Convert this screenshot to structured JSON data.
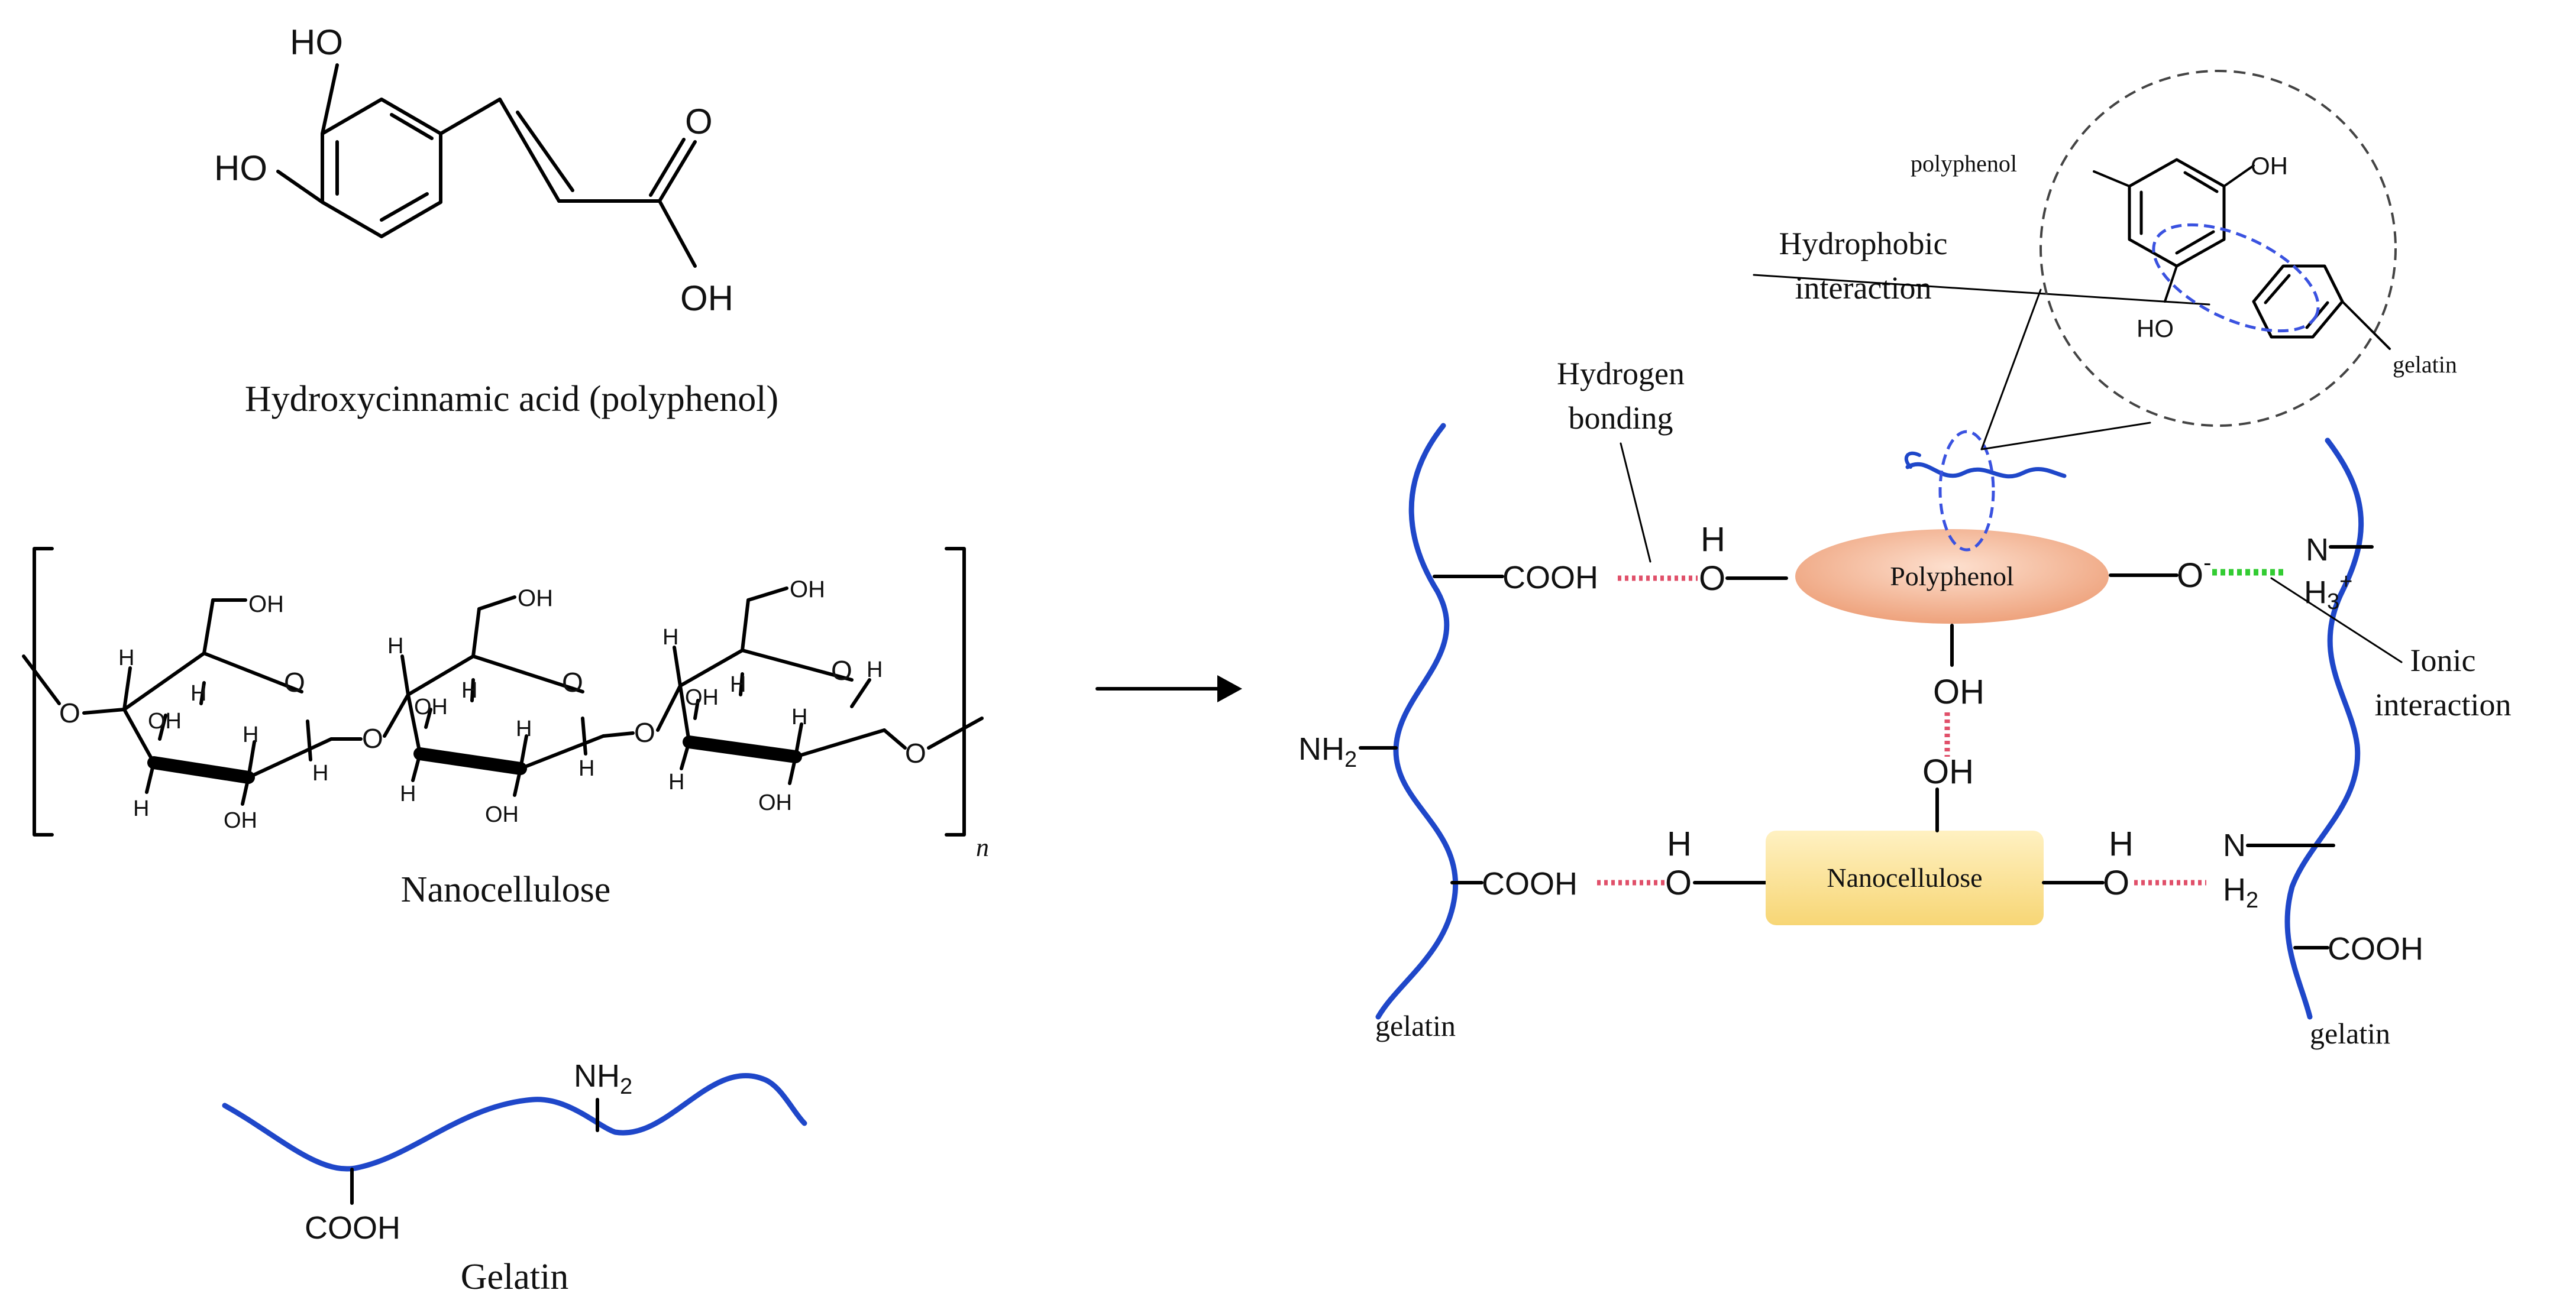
{
  "left": {
    "hca": {
      "caption": "Hydroxycinnamic acid (polyphenol)",
      "ho_top": "HO",
      "ho_left": "HO",
      "o_carbonyl": "O",
      "oh_acid": "OH"
    },
    "nano": {
      "caption": "Nanocellulose",
      "n_subscript": "n",
      "o": "O",
      "h": "H",
      "oh": "OH"
    },
    "gelatin": {
      "caption": "Gelatin",
      "nh2": "NH",
      "nh2_sub": "2",
      "cooh": "COOH"
    }
  },
  "right": {
    "labels": {
      "hydrogen_bonding_1": "Hydrogen",
      "hydrogen_bonding_2": "bonding",
      "hydrophobic_1": "Hydrophobic",
      "hydrophobic_2": "interaction",
      "ionic_1": "Ionic",
      "ionic_2": "interaction",
      "polyphenol_inset": "polyphenol",
      "gelatin_inset": "gelatin",
      "oh_inset_top": "OH",
      "ho_inset_bottom": "HO"
    },
    "polyphenol_box": "Polyphenol",
    "nanocellulose_box": "Nanocellulose",
    "cooh": "COOH",
    "nh2": "NH",
    "nh2_sub": "2",
    "h": "H",
    "o": "O",
    "o_minus": "O",
    "minus": "-",
    "oh": "OH",
    "n": "N",
    "h3": "H",
    "h3_sub": "3",
    "plus": "+",
    "h2": "H",
    "h2_sub": "2",
    "gelatin_left": "gelatin",
    "gelatin_right": "gelatin"
  },
  "colors": {
    "gelatin_chain": "#1f47c9",
    "hydrogen_bond": "#e0506a",
    "ionic_bond": "#33cc33",
    "polyphenol_fill": "#f2b896",
    "nanocellulose_fill": "#fbe08e"
  }
}
